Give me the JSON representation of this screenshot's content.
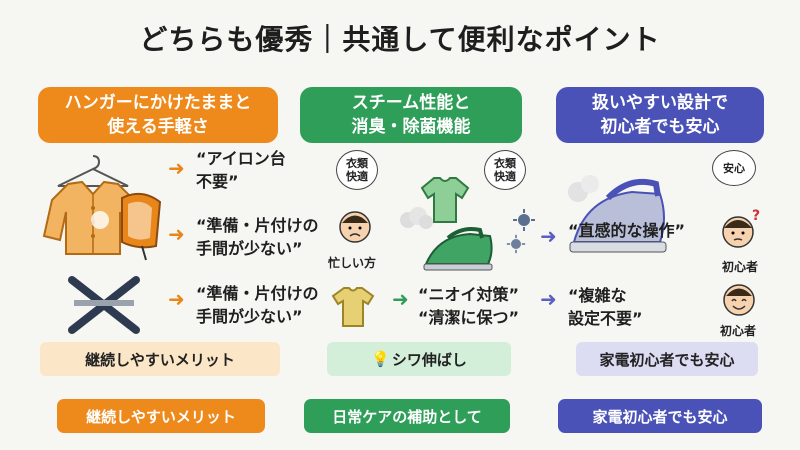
{
  "title": "どちらも優秀｜共通して便利なポイント",
  "columns": [
    {
      "heading": "ハンガーにかけたままと\n使える手軽さ"
    },
    {
      "heading": "スチーム性能と\n消臭・除菌機能"
    },
    {
      "heading": "扱いやすい設計で\n初心者でも安心"
    }
  ],
  "points": {
    "no_ironing_board": "“アイロン台\n不要”",
    "prep_1": "“準備・片付けの\n手間が少ない”",
    "prep_2": "“準備・片付けの\n手間が少ない”",
    "odor": "“ニオイ対策”\n“清潔に保つ”",
    "intuitive": "“直感的な操作”",
    "no_complex": "“複雑な\n設定不要”"
  },
  "bubbles": {
    "comfort_1": "衣類\n快適",
    "comfort_2": "衣類\n快適",
    "relief": "安心"
  },
  "captions": {
    "busy": "忙しい方",
    "beginner_1": "初心者",
    "beginner_2": "初心者"
  },
  "bands": [
    "継続しやすいメリット",
    "シワ伸ばし",
    "家電初心者でも安心"
  ],
  "pills": [
    "継続しやすいメリット",
    "日常ケアの補助として",
    "家電初心者でも安心"
  ],
  "colors": {
    "orange": "#ee8a1c",
    "green": "#2e9e58",
    "indigo": "#4a52b8"
  },
  "icons": [
    "lightbulb-icon",
    "shirt-icon",
    "iron-icon",
    "steamer-icon",
    "x-icon",
    "face-icon"
  ]
}
